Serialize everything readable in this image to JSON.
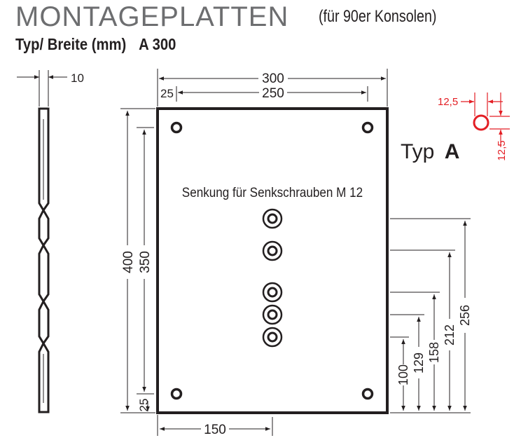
{
  "header": {
    "title": "MONTAGEPLATTEN",
    "subtitle": "(für 90er Konsolen)",
    "type_label": "Typ/ Breite (mm)",
    "type_value": "A 300"
  },
  "drawing": {
    "type_label": "Typ",
    "type_letter": "A",
    "countersink_label": "Senkung für Senkschrauben M 12",
    "dims": {
      "thickness": "10",
      "width": "300",
      "edge_top_left": "25",
      "hole_span_horizontal": "250",
      "height": "400",
      "hole_span_vertical": "350",
      "edge_bottom": "25",
      "bottom_offset": "150",
      "h100": "100",
      "h129": "129",
      "h158": "158",
      "h212": "212",
      "h256": "256",
      "hole_dim_x": "12,5",
      "hole_dim_y": "12,5"
    }
  },
  "colors": {
    "line": "#231f20",
    "title_gray": "#6d6e70",
    "red_detail": "#e31e24"
  }
}
